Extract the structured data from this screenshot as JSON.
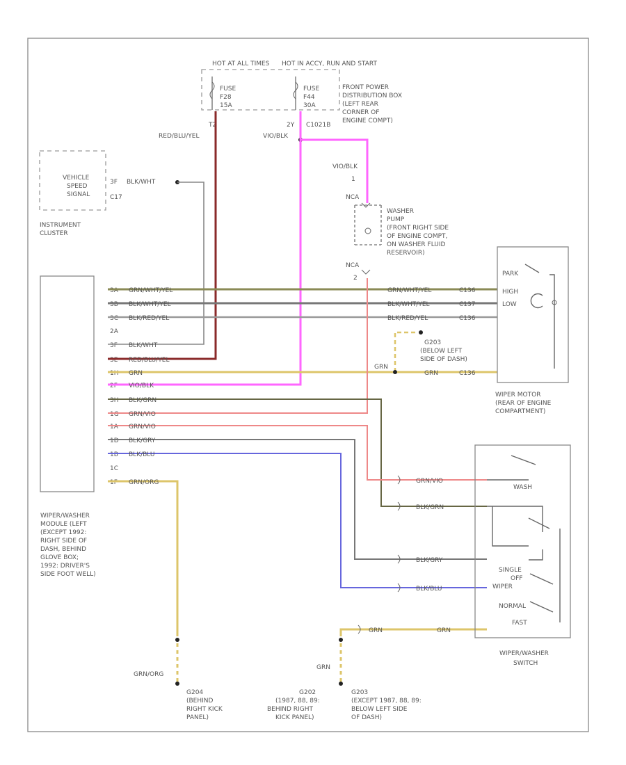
{
  "diagram": {
    "id_code": "",
    "fuses": {
      "hot_left": "HOT AT ALL TIMES",
      "hot_right": "HOT IN ACCY, RUN AND START",
      "fuse_left": [
        "FUSE",
        "F28",
        "15A"
      ],
      "fuse_right": [
        "FUSE",
        "F44",
        "30A"
      ],
      "box_label": [
        "FRONT POWER",
        "DISTRIBUTION BOX",
        "(LEFT REAR",
        "CORNER OF",
        "ENGINE COMPT)"
      ],
      "pin_left": "T2",
      "pin_right": "2Y",
      "connector_right": "C1021B",
      "wire_left": "RED/BLU/YEL",
      "wire_right": "VIO/BLK"
    },
    "instrument_cluster": {
      "inner": [
        "VEHICLE",
        "SPEED",
        "SIGNAL"
      ],
      "pin": "3F",
      "wire": "BLK/WHT",
      "connector": "C17",
      "label": [
        "INSTRUMENT",
        "CLUSTER"
      ]
    },
    "washer_pump": {
      "wire_top": "VIO/BLK",
      "pin_top": "1",
      "connector_top": "NCA",
      "connector_bottom": "NCA",
      "pin_bottom": "2",
      "label": [
        "WASHER",
        "PUMP",
        "(FRONT RIGHT SIDE",
        "OF ENGINE COMPT,",
        "ON WASHER FLUID",
        "RESERVOIR)"
      ]
    },
    "module": {
      "label": [
        "WIPER/WASHER",
        "MODULE (LEFT",
        "(EXCEPT 1992:",
        "RIGHT SIDE OF",
        "DASH, BEHIND",
        "GLOVE BOX;",
        "1992: DRIVER'S",
        "SIDE FOOT WELL)"
      ],
      "pins": [
        "3A",
        "3B",
        "3C",
        "2A",
        "3F",
        "3E",
        "1H",
        "2F",
        "3H",
        "1G",
        "1A",
        "1D",
        "1B",
        "1C",
        "1F"
      ],
      "wires": [
        "GRN/WHT/YEL",
        "BLK/WHT/YEL",
        "BLK/RED/YEL",
        "",
        "BLK/WHT",
        "RED/BLU/YEL",
        "GRN",
        "VIO/BLK",
        "BLK/GRN",
        "GRN/VIO",
        "GRN/VIO",
        "BLK/GRY",
        "BLK/BLU",
        "",
        "GRN/ORG"
      ]
    },
    "wiper_motor": {
      "wires": [
        "GRN/WHT/YEL",
        "BLK/WHT/YEL",
        "BLK/RED/YEL",
        "GRN"
      ],
      "connectors": [
        "C136",
        "C137",
        "C136",
        "C136"
      ],
      "pins": [
        "PARK",
        "HIGH",
        "LOW"
      ],
      "label": [
        "WIPER MOTOR",
        "(REAR OF ENGINE",
        "COMPARTMENT)"
      ]
    },
    "grounds": {
      "g203_wire": "GRN",
      "g203_label": [
        "G203",
        "(BELOW LEFT",
        "SIDE OF DASH)"
      ],
      "g204_wire": "GRN/ORG",
      "g204_label": [
        "G204",
        "(BEHIND",
        "RIGHT KICK",
        "PANEL)"
      ],
      "g202_wire": "GRN",
      "g202_label_a": [
        "G202",
        "(1987, 88, 89:",
        "BEHIND RIGHT",
        "KICK PANEL)"
      ],
      "g202_label_b": [
        "G203",
        "(EXCEPT 1987, 88, 89:",
        "BELOW LEFT SIDE",
        "OF DASH)"
      ]
    },
    "wiper_switch": {
      "wires": [
        "GRN/VIO",
        "BLK/GRN",
        "BLK/GRY",
        "BLK/BLU",
        "GRN",
        "GRN"
      ],
      "positions": [
        "WASH",
        "SINGLE",
        "OFF",
        "WIPER",
        "NORMAL",
        "FAST"
      ],
      "label": [
        "WIPER/WASHER",
        "SWITCH"
      ]
    },
    "colors": {
      "red": "#8a2a2a",
      "magenta": "#ff66ff",
      "olive": "#8a8a55",
      "gray": "#888888",
      "yellow": "#ddc56a",
      "pink": "#ee8888",
      "dark_olive": "#666644",
      "purple": "#6666dd"
    }
  }
}
